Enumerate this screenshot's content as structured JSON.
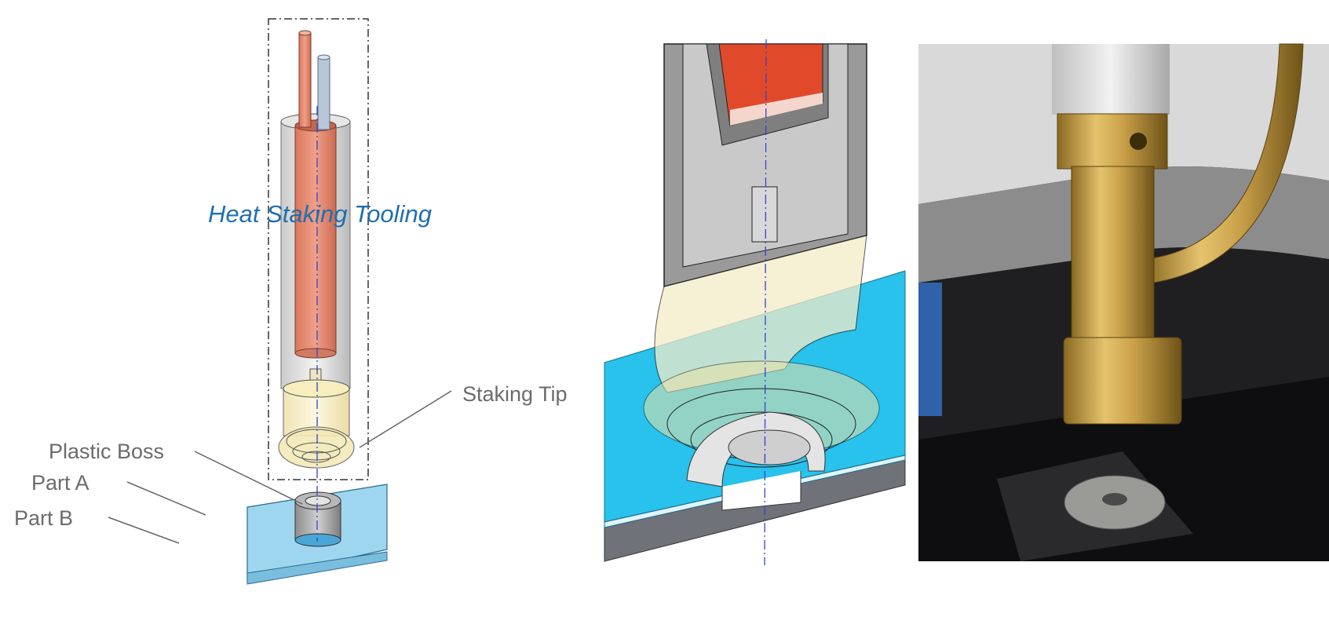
{
  "diagram": {
    "title": "Heat Staking Tooling",
    "labels": {
      "staking_tip": "Staking Tip",
      "plastic_boss": "Plastic Boss",
      "part_a": "Part A",
      "part_b": "Part B"
    }
  },
  "colors": {
    "title_blue": "#1f6fb0",
    "label_gray": "#6b6b6b",
    "copper": "#e2876f",
    "sheet_cyan": "#1fc1ea",
    "brass": "#c9a049"
  }
}
